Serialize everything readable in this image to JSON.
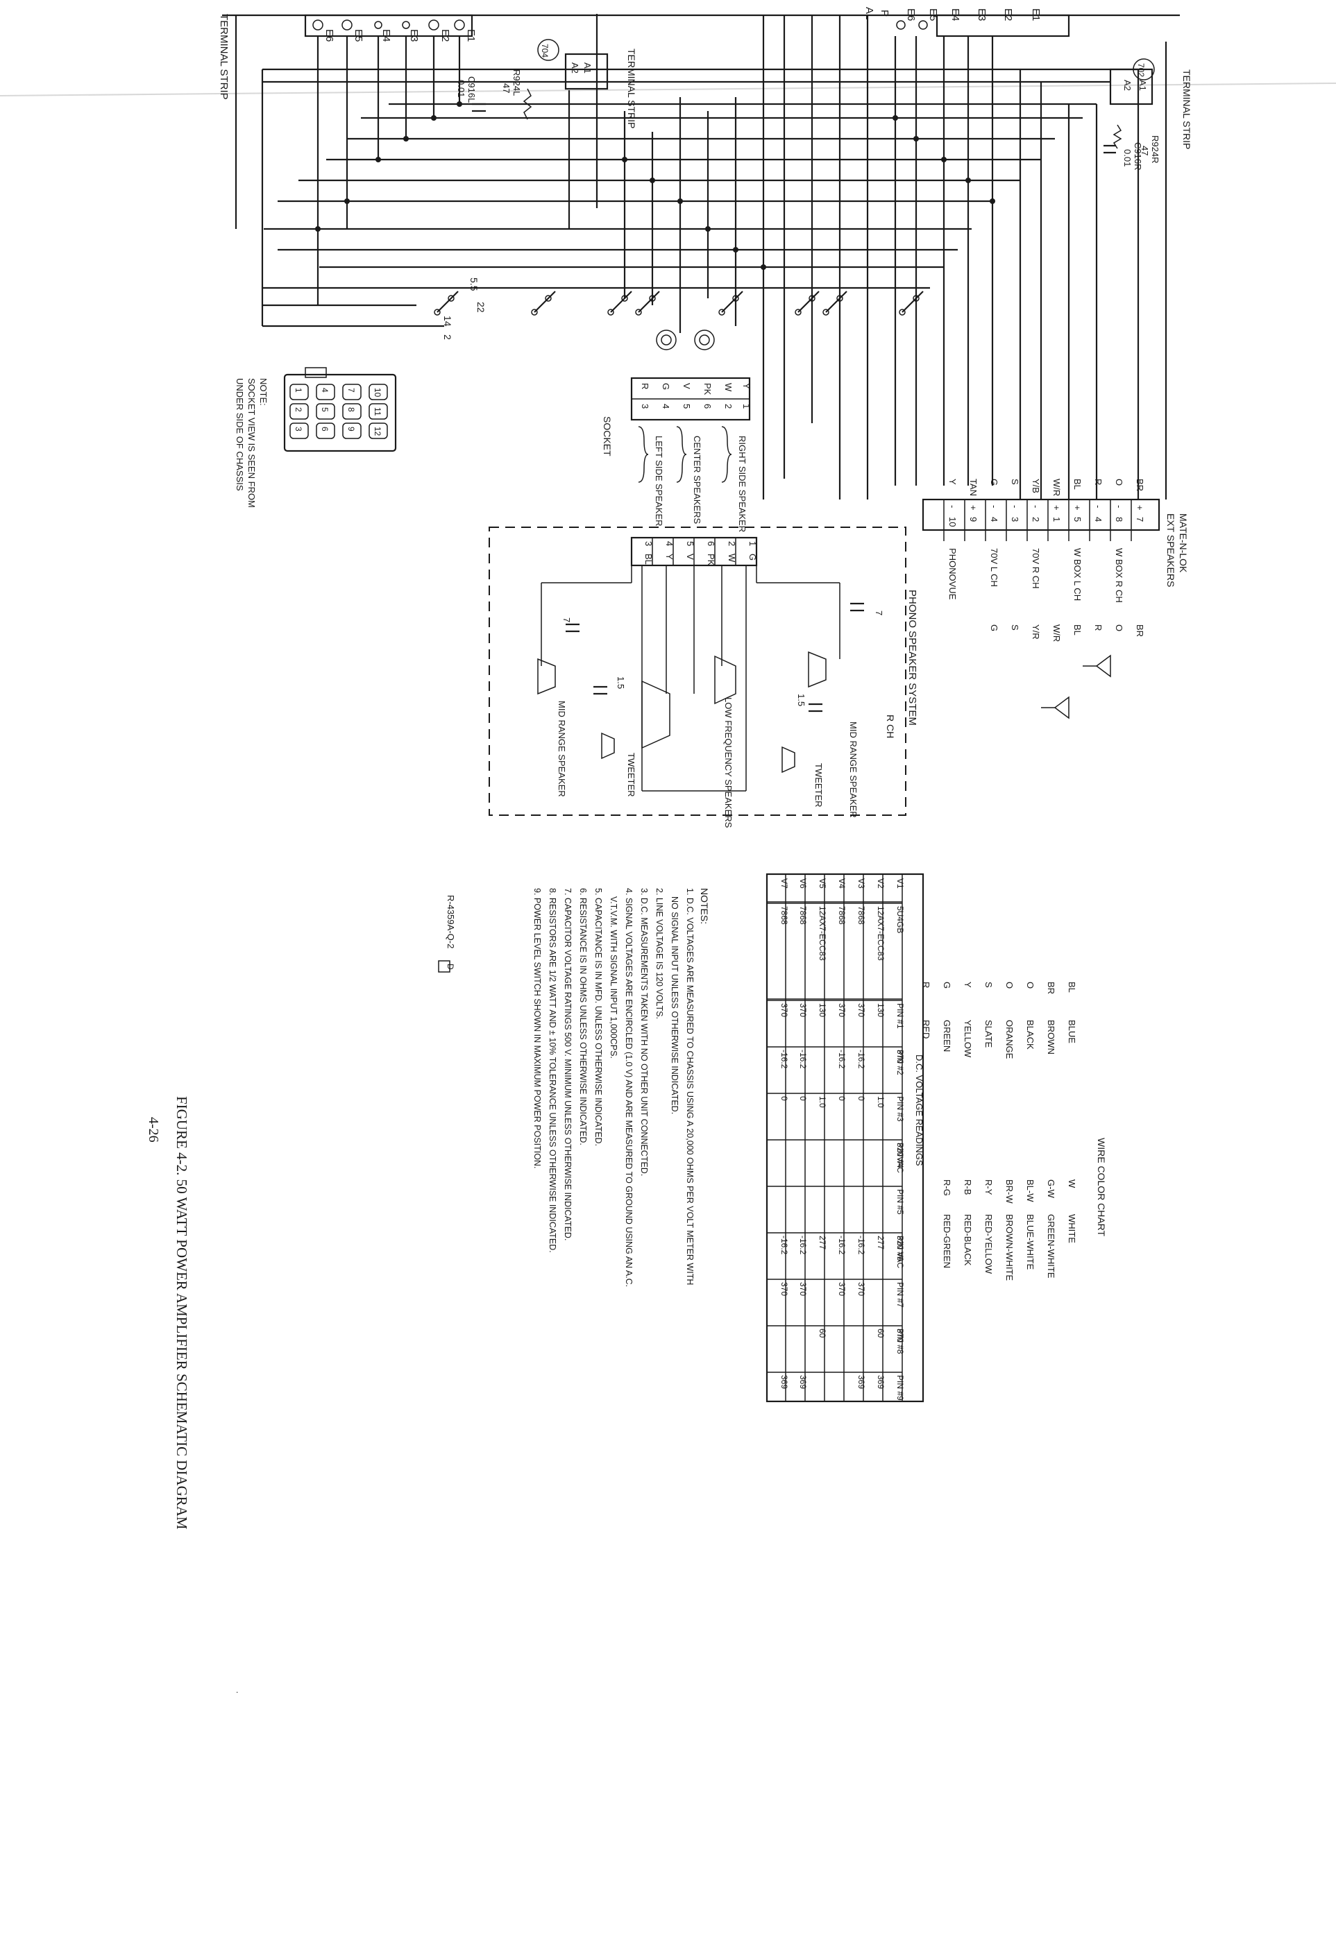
{
  "left_terminals": [
    "E6",
    "E5",
    "E4",
    "E3",
    "E2",
    "E1"
  ],
  "left_strip_label": "TERMINAL STRIP",
  "left_704": {
    "circle": "704",
    "a1": "A1",
    "a2": "A2",
    "label": "TERMINAL STRIP",
    "r": "R924L",
    "rv": "47",
    "c": "C916L",
    "cv": "0.01"
  },
  "right_702": {
    "circle": "702",
    "a1": "A1",
    "a2": "A2",
    "label": "TERMINAL STRIP",
    "r": "R924R",
    "rv": "47",
    "c": "C916R",
    "cv": "0.01"
  },
  "right_terminals": [
    "E6",
    "E5",
    "E4",
    "E3",
    "E2",
    "E1"
  ],
  "right_edge_labels": [
    "AL",
    "P"
  ],
  "switch_labels": {
    "s55": "5.5",
    "s22": "22",
    "s14": "14",
    "s2": "2"
  },
  "socket": {
    "pins_top": [
      "Y",
      "W",
      "PK",
      "V",
      "G",
      "R"
    ],
    "pins_bottom": [
      "1",
      "2",
      "6",
      "5",
      "4",
      "3"
    ],
    "labels": [
      "RIGHT SIDE SPEAKER",
      "CENTER SPEAKERS",
      "LEFT SIDE SPEAKER"
    ],
    "title": "SOCKET",
    "view_numbers": [
      [
        "10",
        "11",
        "12"
      ],
      [
        "7",
        "8",
        "9"
      ],
      [
        "4",
        "5",
        "6"
      ],
      [
        "1",
        "2",
        "3"
      ]
    ],
    "note_title": "NOTE:",
    "note_lines": [
      "SOCKET VIEW IS SEEN FROM",
      "UNDER SIDE OF CHASSIS"
    ]
  },
  "mate_n_lok": {
    "title": "MATE-N-LOK",
    "subtitle": "EXT SPEAKERS",
    "wire_colors": [
      "BR",
      "O",
      "R",
      "BL",
      "W/R",
      "Y/B",
      "S",
      "G",
      "TAN",
      "Y"
    ],
    "pins": [
      "7",
      "8",
      "4",
      "5",
      "1",
      "2",
      "3",
      "4",
      "9",
      "10"
    ],
    "signs": [
      "+",
      "-",
      "-",
      "+",
      "+",
      "-",
      "-",
      "-",
      "+",
      "-"
    ],
    "functions": [
      "",
      "W BOX R CH",
      "",
      "W BOX L CH",
      "",
      "70V R CH",
      "",
      "70V L CH",
      "",
      "PHONOVUE"
    ],
    "end_codes": [
      "BR",
      "O",
      "R",
      "BL",
      "W/R",
      "Y/R",
      "S",
      "G",
      "",
      ""
    ]
  },
  "phono": {
    "title": "PHONO SPEAKER SYSTEM",
    "channel": "R CH",
    "pins": [
      "1",
      "2",
      "6",
      "5",
      "4",
      "3"
    ],
    "pin_colors": [
      "G",
      "W",
      "PK",
      "V",
      "Y",
      "BL"
    ],
    "labels": {
      "mid_right": "MID RANGE SPEAKER",
      "low": "LOW FREQUENCY SPEAKERS",
      "mid_left": "MID RANGE SPEAKER",
      "tweeter_right": "TWEETER",
      "tweeter_left": "TWEETER"
    },
    "cap_values": [
      "7",
      "1.5",
      "7",
      "1.5"
    ]
  },
  "wire_chart": {
    "title": "WIRE COLOR CHART",
    "col1": [
      [
        "BL",
        "BLUE"
      ],
      [
        "BR",
        "BROWN"
      ],
      [
        "O",
        "BLACK"
      ],
      [
        "O",
        "ORANGE"
      ],
      [
        "S",
        "SLATE"
      ],
      [
        "Y",
        "YELLOW"
      ],
      [
        "G",
        "GREEN"
      ],
      [
        "R",
        "RED"
      ]
    ],
    "col2": [
      [
        "W",
        "WHITE"
      ],
      [
        "G-W",
        "GREEN-WHITE"
      ],
      [
        "BL-W",
        "BLUE-WHITE"
      ],
      [
        "BR-W",
        "BROWN-WHITE"
      ],
      [
        "R-Y",
        "RED-YELLOW"
      ],
      [
        "R-B",
        "RED-BLACK"
      ],
      [
        "R-G",
        "RED-GREEN"
      ]
    ]
  },
  "voltage_table": {
    "title": "D.C. VOLTAGE READINGS",
    "headers": [
      "",
      "",
      "PIN #1",
      "PIN #2",
      "PIN #3",
      "PIN #4",
      "PIN #5",
      "PIN #6",
      "PIN #7",
      "PIN #8",
      "PIN #9"
    ],
    "rows": [
      [
        "V1",
        "5U4GB",
        "",
        "370",
        "",
        "320VAC",
        "",
        "320 VAC",
        "",
        "370",
        ""
      ],
      [
        "V2",
        "12AX7-ECC83",
        "130",
        "",
        "1.0",
        "",
        "",
        "277",
        "",
        "60",
        "369"
      ],
      [
        "V3",
        "7868",
        "370",
        "-16.2",
        "0",
        "",
        "",
        "-16.2",
        "370",
        "",
        "369"
      ],
      [
        "V4",
        "7868",
        "370",
        "-16.2",
        "0",
        "",
        "",
        "-16.2",
        "370",
        "",
        ""
      ],
      [
        "V5",
        "12AX7-ECC83",
        "130",
        "",
        "1.0",
        "",
        "",
        "277",
        "",
        "60",
        ""
      ],
      [
        "V6",
        "7868",
        "370",
        "-16.2",
        "0",
        "",
        "",
        "-16.2",
        "370",
        "",
        "369"
      ],
      [
        "V7",
        "7868",
        "370",
        "-16.2",
        "0",
        "",
        "",
        "-16.2",
        "370",
        "",
        "369"
      ]
    ]
  },
  "notes": {
    "title": "NOTES:",
    "items": [
      "1. D.C. VOLTAGES ARE MEASURED TO CHASSIS USING A 20,000 OHMS PER VOLT METER WITH",
      "NO SIGNAL INPUT UNLESS OTHERWISE INDICATED.",
      "2. LINE VOLTAGE IS 120 VOLTS.",
      "3. D.C. MEASUREMENTS TAKEN WITH NO OTHER UNIT CONNECTED.",
      "4. SIGNAL VOLTAGES ARE ENCIRCLED (1.0 V) AND ARE MEASURED TO GROUND USING AN A.C.",
      "V.T.V.M. WITH SIGNAL INPUT 1,000CPS.",
      "5. CAPACITANCE IS IN MFD. UNLESS OTHERWISE INDICATED.",
      "6. RESISTANCE IS IN OHMS UNLESS OTHERWISE INDICATED.",
      "7. CAPACITOR VOLTAGE RATINGS 500 V. MINIMUM UNLESS OTHERWISE INDICATED.",
      "8. RESISTORS ARE 1/2 WATT AND ± 10% TOLERANCE UNLESS OTHERWISE INDICATED.",
      "9. POWER LEVEL SWITCH SHOWN IN MAXIMUM POWER POSITION."
    ]
  },
  "drawing_number": "R-4359A-Q-2",
  "drawing_rev": "D",
  "figure_caption": "FIGURE 4-2.  50 WATT POWER AMPLIFIER SCHEMATIC DIAGRAM",
  "page_number": "4-26"
}
